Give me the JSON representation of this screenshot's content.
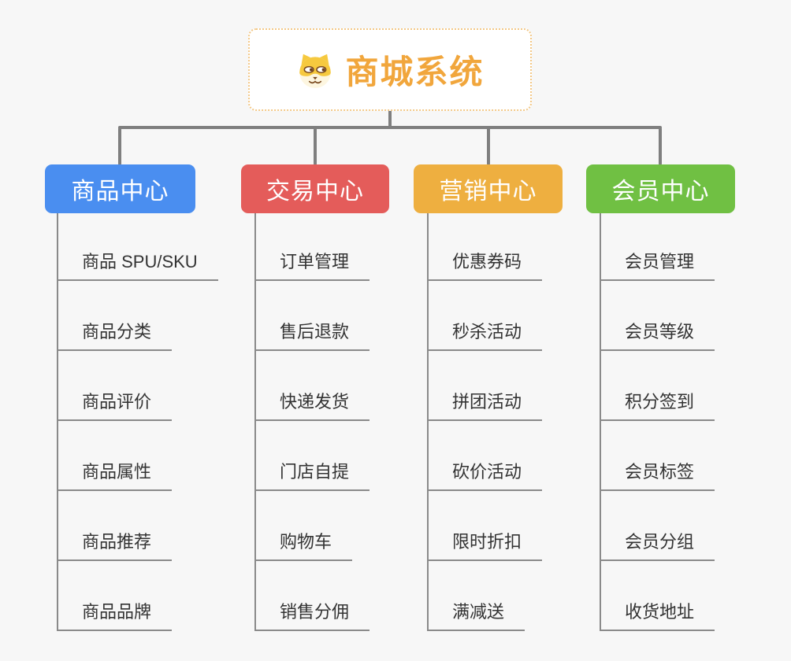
{
  "root": {
    "title": "商城系统",
    "icon": "dog-face-icon"
  },
  "branches": [
    {
      "label": "商品中心",
      "color": "#4A8EF0",
      "items": [
        "商品 SPU/SKU",
        "商品分类",
        "商品评价",
        "商品属性",
        "商品推荐",
        "商品品牌"
      ]
    },
    {
      "label": "交易中心",
      "color": "#E45C5A",
      "items": [
        "订单管理",
        "售后退款",
        "快递发货",
        "门店自提",
        "购物车",
        "销售分佣"
      ]
    },
    {
      "label": "营销中心",
      "color": "#EEAF40",
      "items": [
        "优惠券码",
        "秒杀活动",
        "拼团活动",
        "砍价活动",
        "限时折扣",
        "满减送"
      ]
    },
    {
      "label": "会员中心",
      "color": "#70C043",
      "items": [
        "会员管理",
        "会员等级",
        "积分签到",
        "会员标签",
        "会员分组",
        "收货地址"
      ]
    }
  ],
  "colors": {
    "background": "#f7f7f7",
    "connector": "#7f7f7f",
    "leaf_line": "#8a8a8a",
    "root_text": "#F1A63C",
    "root_border": "#f3c887",
    "leaf_text": "#333333"
  }
}
